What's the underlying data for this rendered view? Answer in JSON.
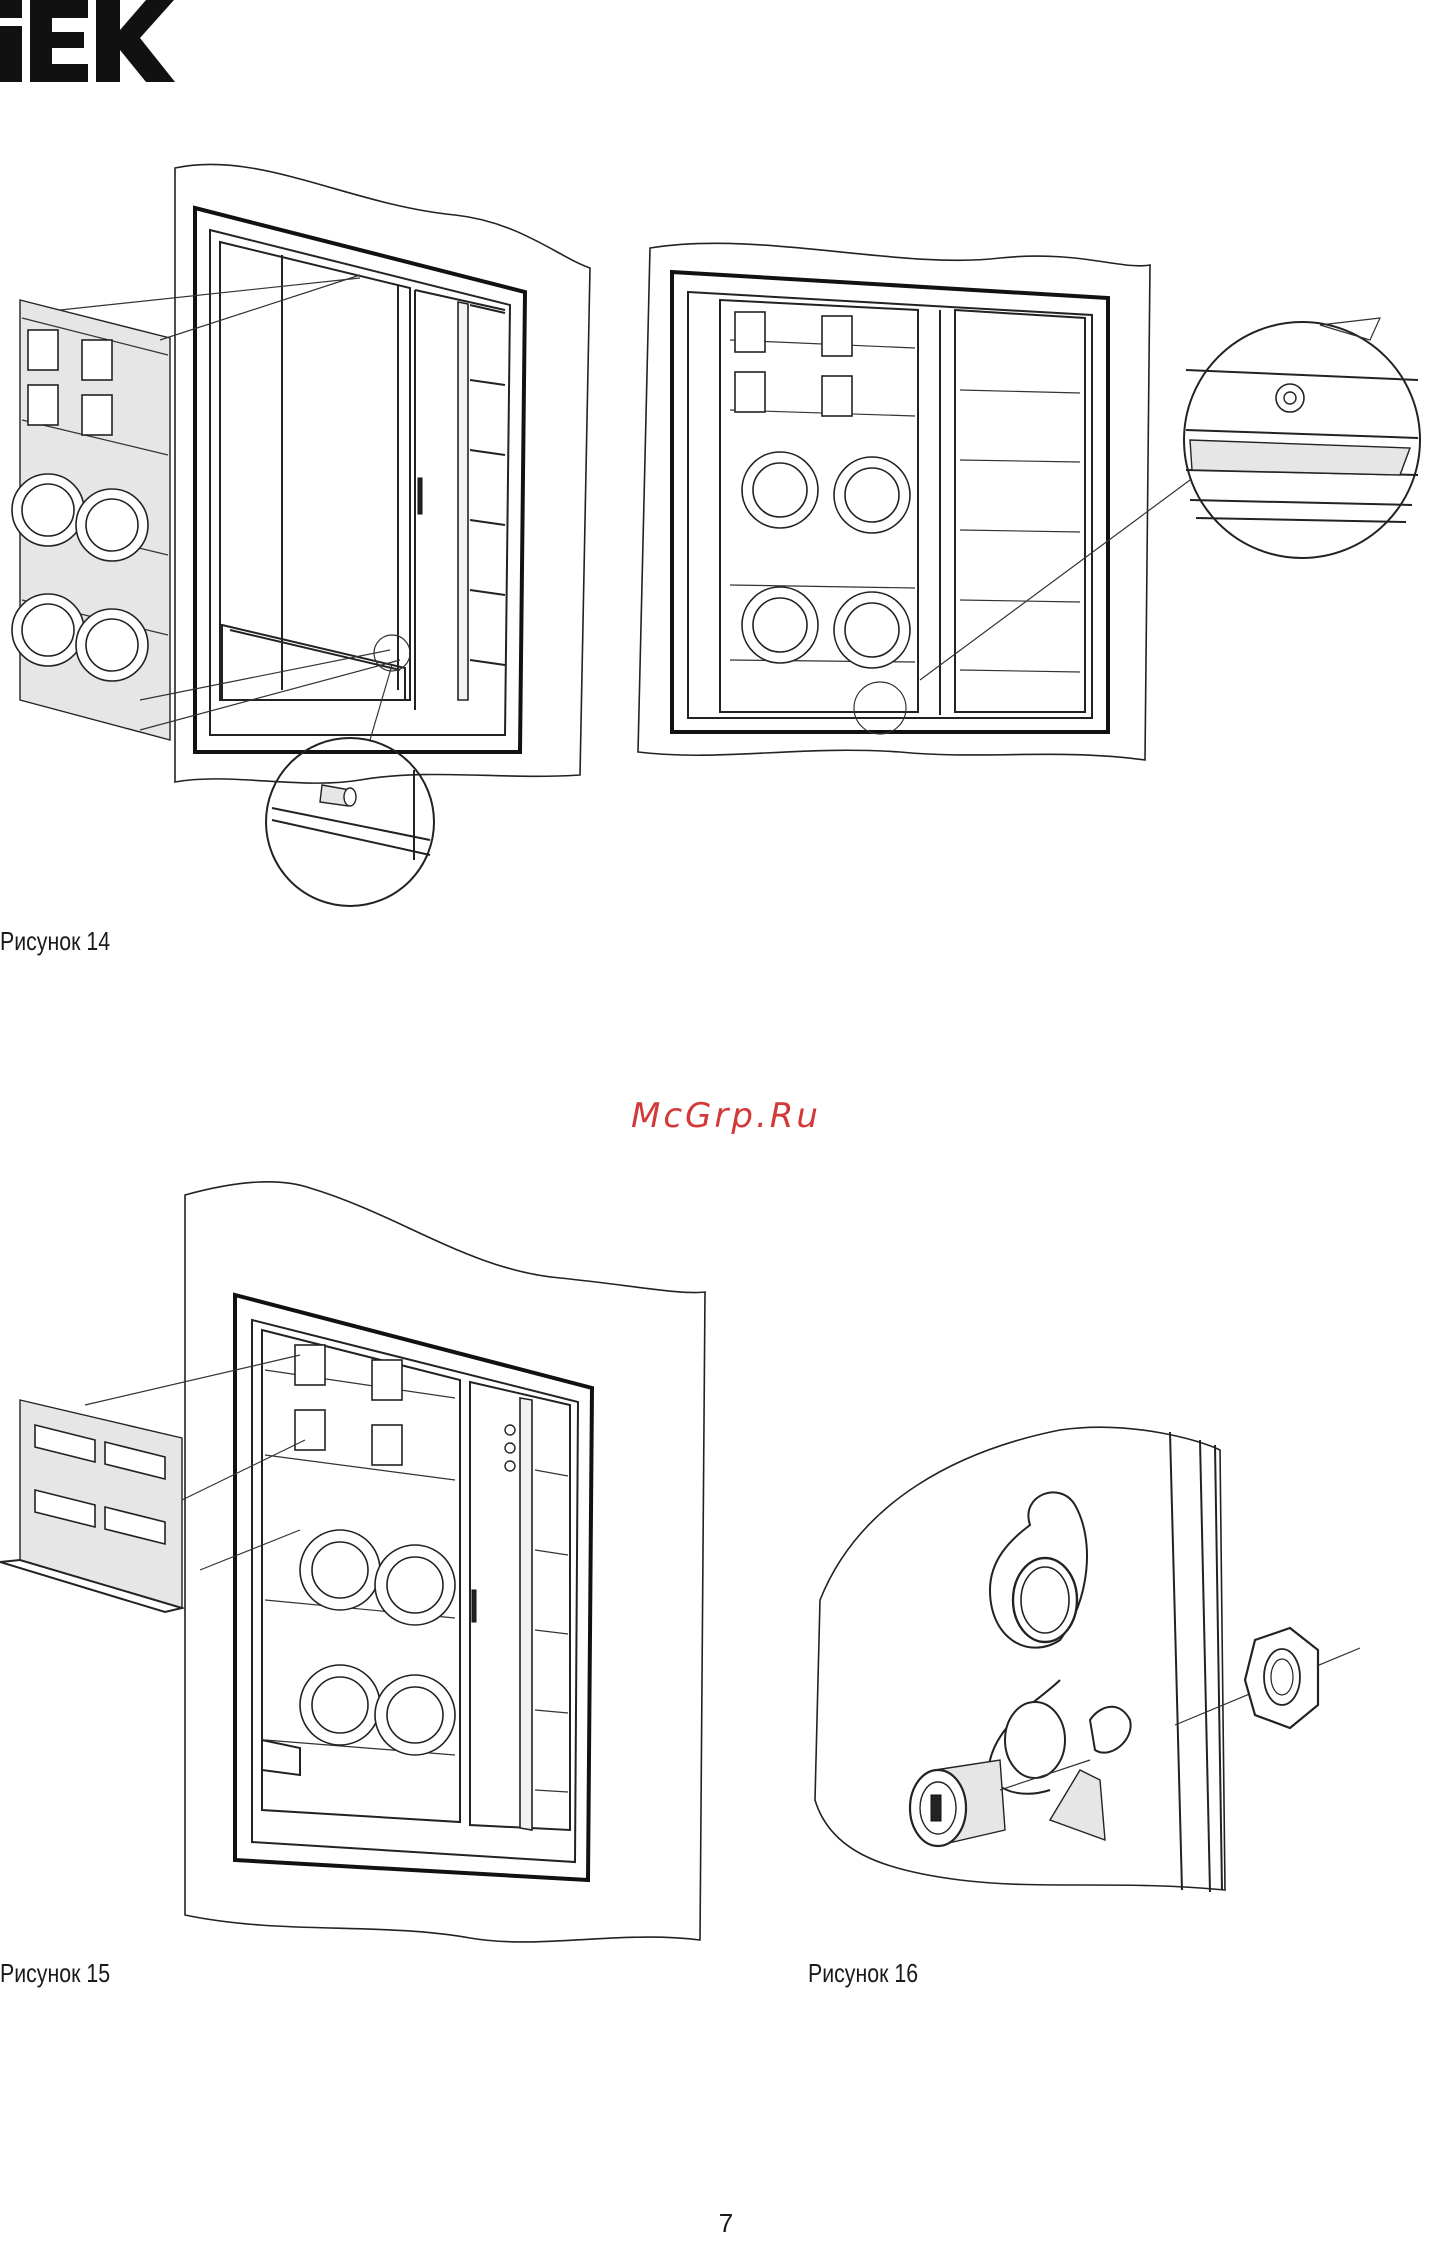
{
  "header": {
    "logo_text": "IEK"
  },
  "figures": [
    {
      "caption": "Рисунок 14"
    },
    {
      "caption": "Рисунок 15"
    },
    {
      "caption": "Рисунок 16"
    }
  ],
  "watermark": "McGrp.Ru",
  "page_number": "7"
}
